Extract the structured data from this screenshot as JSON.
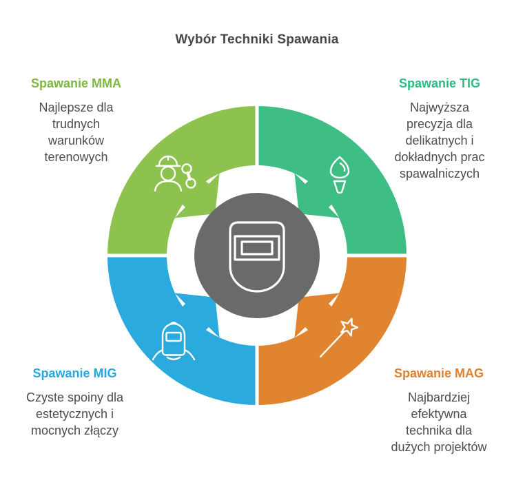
{
  "title": "Wybór Techniki Spawania",
  "title_color": "#474747",
  "text_color": "#4d4d4d",
  "separator_color": "#ffffff",
  "center": {
    "icon": "welding-mask-icon",
    "color": "#6a6a6a"
  },
  "quadrants": [
    {
      "id": "mma",
      "position": "top-left",
      "heading": "Spawanie MMA",
      "heading_color": "#7db940",
      "color": "#8cc24d",
      "description": "Najlepsze dla\ntrudnych\nwarunków\nterenowych",
      "icon": "worker-wrench-icon"
    },
    {
      "id": "tig",
      "position": "top-right",
      "heading": "Spawanie TIG",
      "heading_color": "#2dbd82",
      "color": "#3ebd85",
      "description": "Najwyższa\nprecyzja dla\ndelikatnych i\ndokładnych prac\nspawalniczych",
      "icon": "torch-icon"
    },
    {
      "id": "mig",
      "position": "bottom-left",
      "heading": "Spawanie MIG",
      "heading_color": "#29a8df",
      "color": "#2baade",
      "description": "Czyste spoiny dla\nestetycznych i\nmocnych złączy",
      "icon": "welder-helmet-icon"
    },
    {
      "id": "mag",
      "position": "bottom-right",
      "heading": "Spawanie MAG",
      "heading_color": "#e0812e",
      "color": "#e08430",
      "description": "Najbardziej\nefektywna\ntechnika dla\ndużych projektów",
      "icon": "magic-wand-icon"
    }
  ]
}
